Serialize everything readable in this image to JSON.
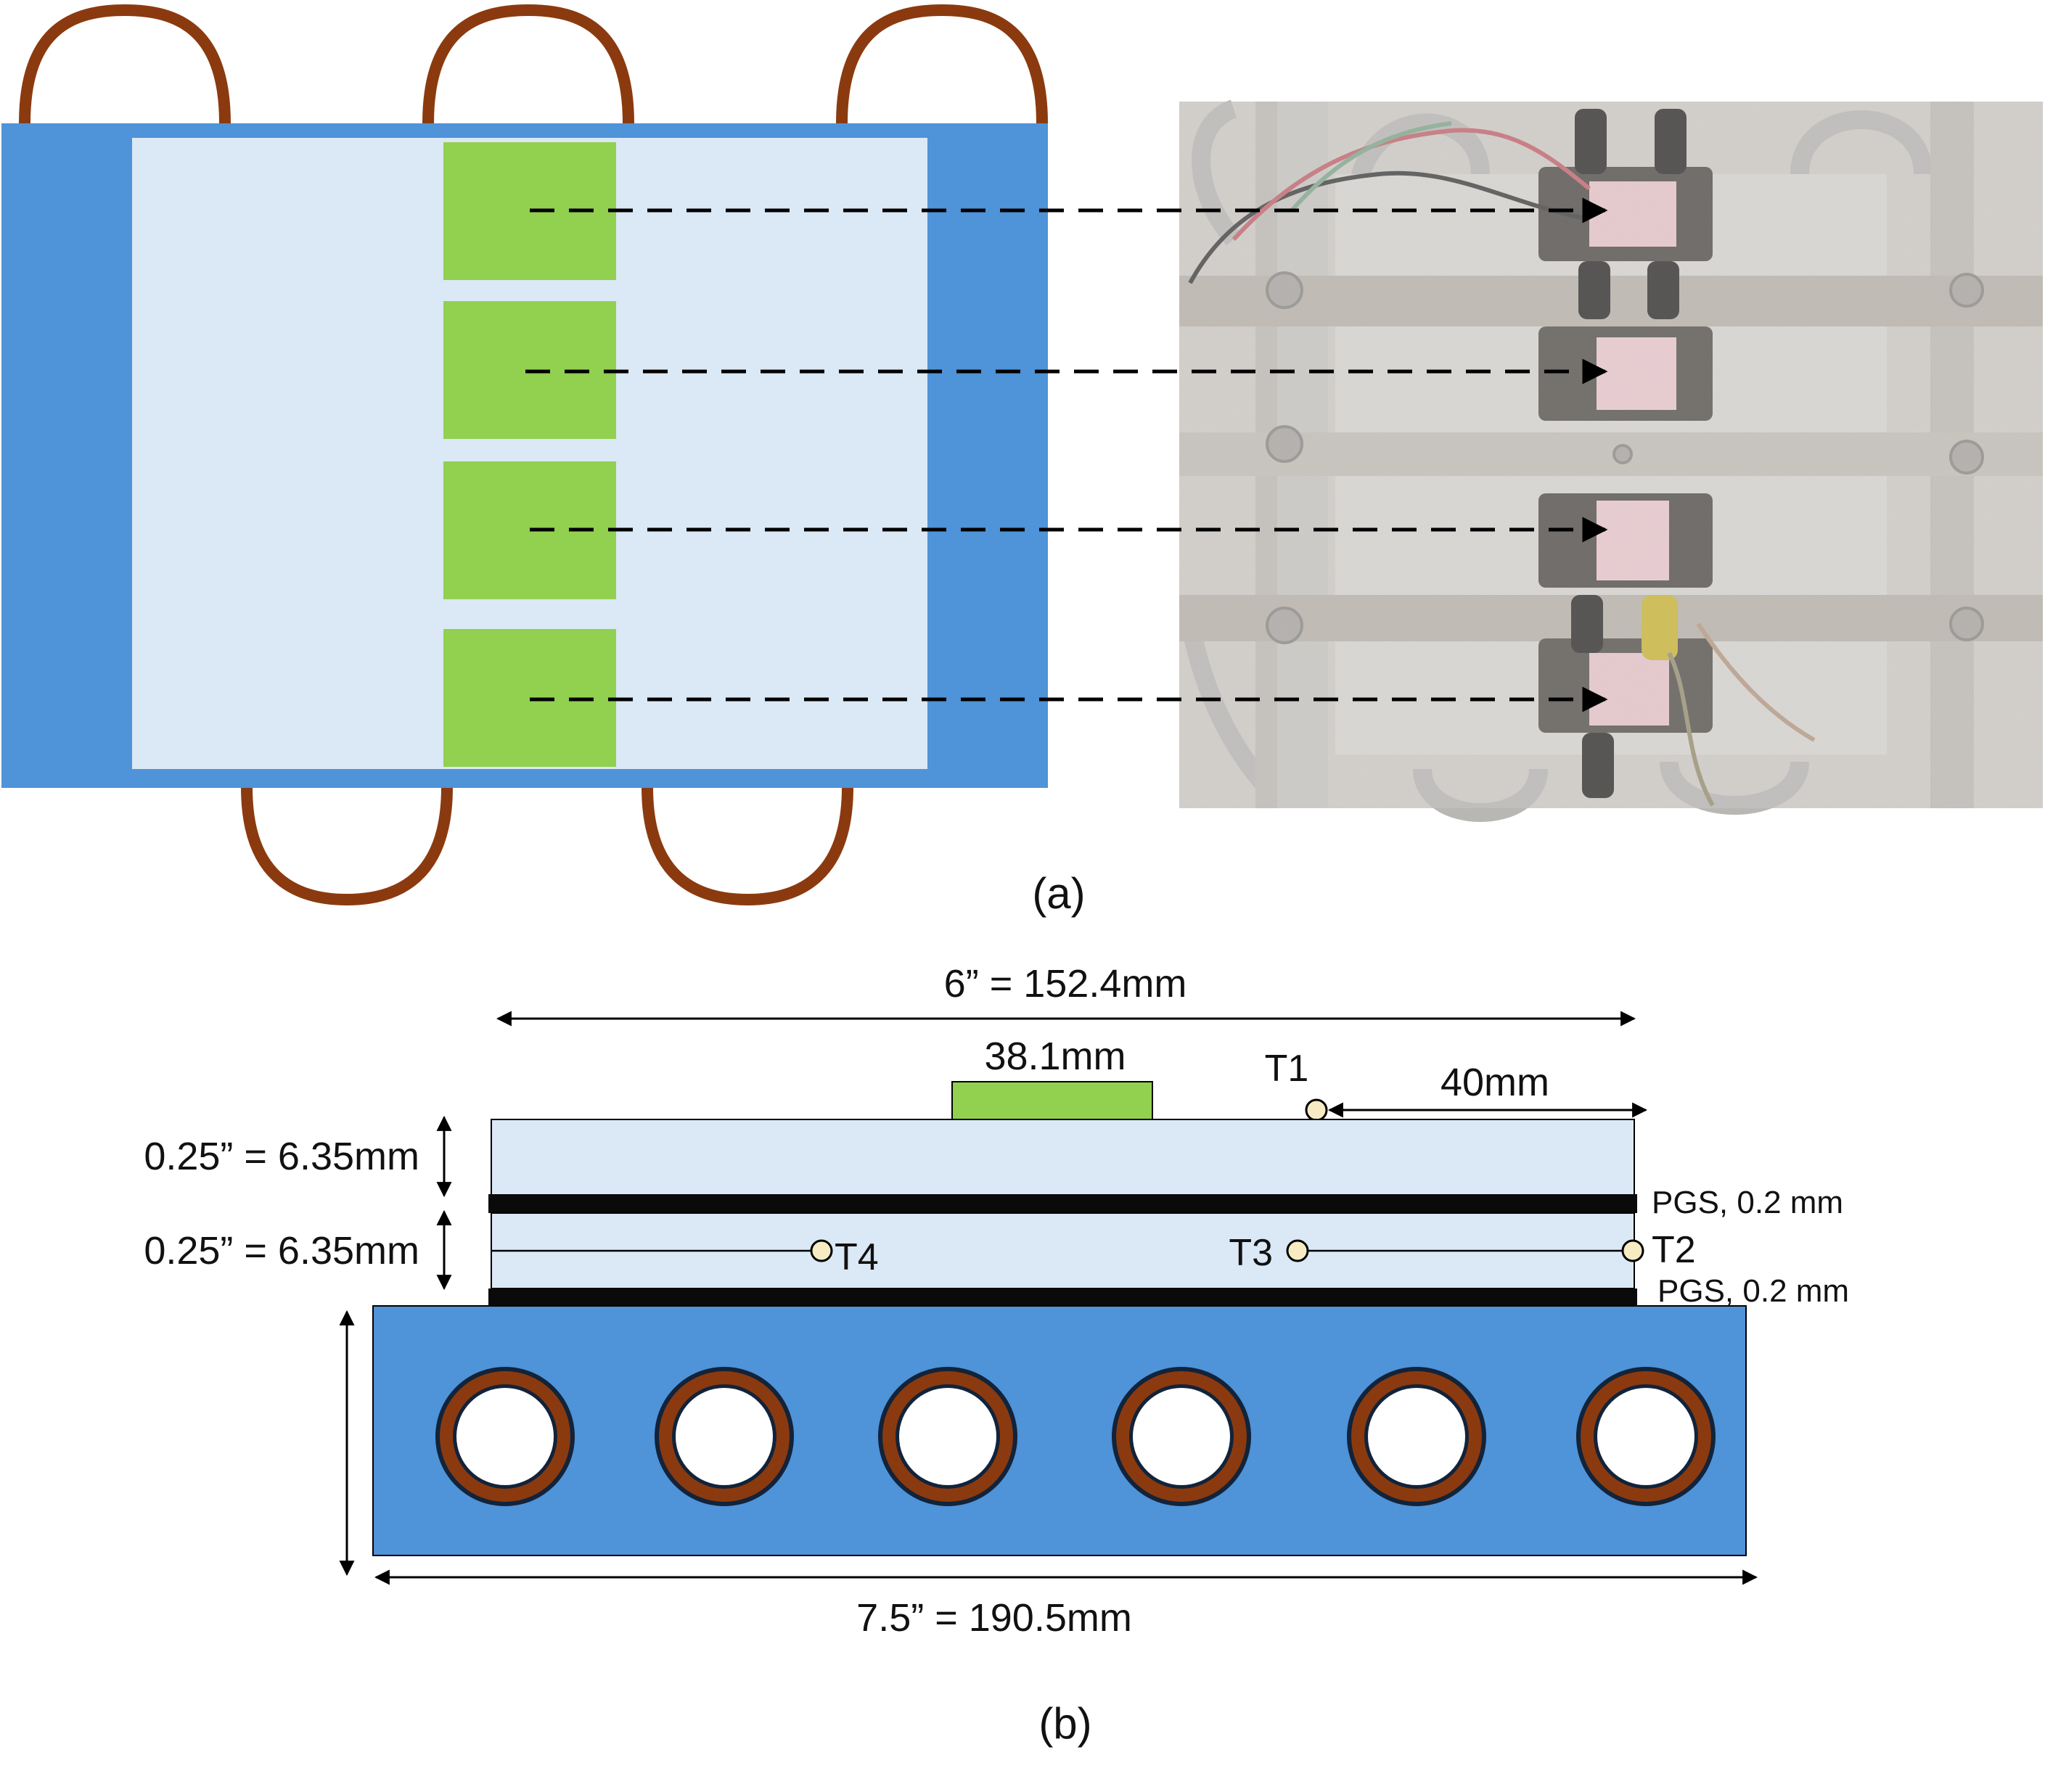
{
  "colors": {
    "heat_sink_blue": "#4f93d8",
    "plate_light_blue": "#dbe8f5",
    "device_green": "#92d050",
    "pipe_brown": "#8b3a0f",
    "pgs_black": "#0a0a0a",
    "sensor_fill": "#f6ebc2",
    "photo_plate_gray": "#d4d2cf",
    "photo_background": "#ccc9c4"
  },
  "icons": {
    "arrowhead": "arrowhead-icon",
    "thermocouple": "thermocouple-dot-icon",
    "heat_pipe": "heat-pipe-icon"
  },
  "panel_a": {
    "caption": "(a)",
    "green_pad_count": 4,
    "heat_pipe_top_count": 3,
    "heat_pipe_bottom_count": 2
  },
  "panel_b": {
    "caption": "(b)",
    "dim_top_width": "6” = 152.4mm",
    "dim_device_width": "38.1mm",
    "dim_sensor_offset": "40mm",
    "dim_upper_thickness": "0.25” = 6.35mm",
    "dim_lower_thickness": "0.25” = 6.35mm",
    "dim_base_width": "7.5” = 190.5mm",
    "pgs_upper": "PGS, 0.2 mm",
    "pgs_lower": "PGS, 0.2 mm",
    "sensors": {
      "t1": "T1",
      "t2": "T2",
      "t3": "T3",
      "t4": "T4"
    },
    "pipe_count": 6
  }
}
